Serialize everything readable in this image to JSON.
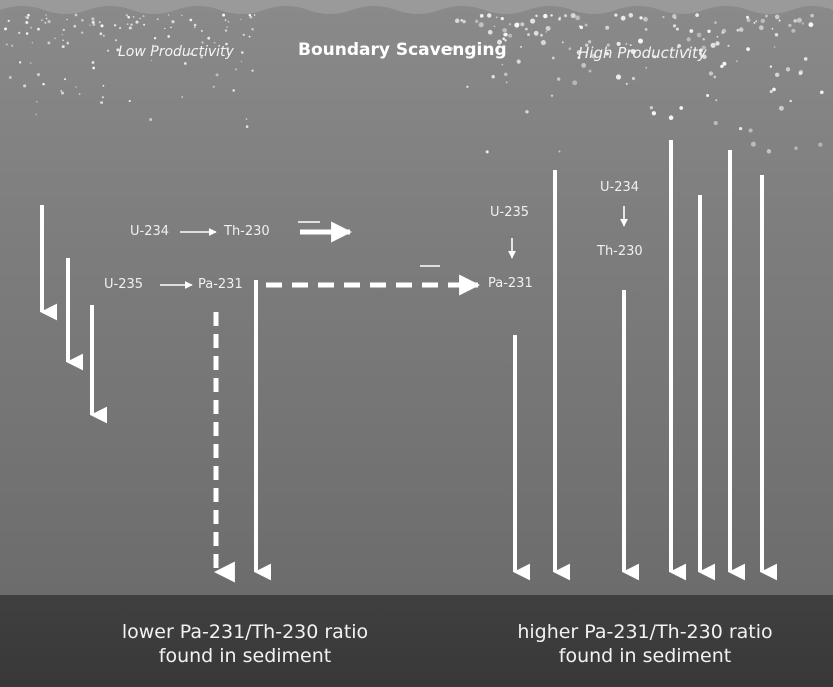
{
  "headers": {
    "low": "Low Productivity",
    "boundary": "Boundary Scavenging",
    "high": "High Productivity"
  },
  "isotopes": {
    "u234_left": "U-234",
    "th230_left": "Th-230",
    "u235_left": "U-235",
    "pa231_left": "Pa-231",
    "u235_right": "U-235",
    "pa231_right": "Pa-231",
    "u234_right": "U-234",
    "th230_right": "Th-230"
  },
  "sediment": {
    "left_line1": "lower Pa-231/Th-230 ratio",
    "left_line2": "found in sediment",
    "right_line1": "higher Pa-231/Th-230 ratio",
    "right_line2": "found in sediment"
  },
  "colors": {
    "water_top": "#8a8a8a",
    "water_bottom": "#6c6c6c",
    "sediment": "#3c3c3c",
    "arrow": "#ffffff"
  }
}
